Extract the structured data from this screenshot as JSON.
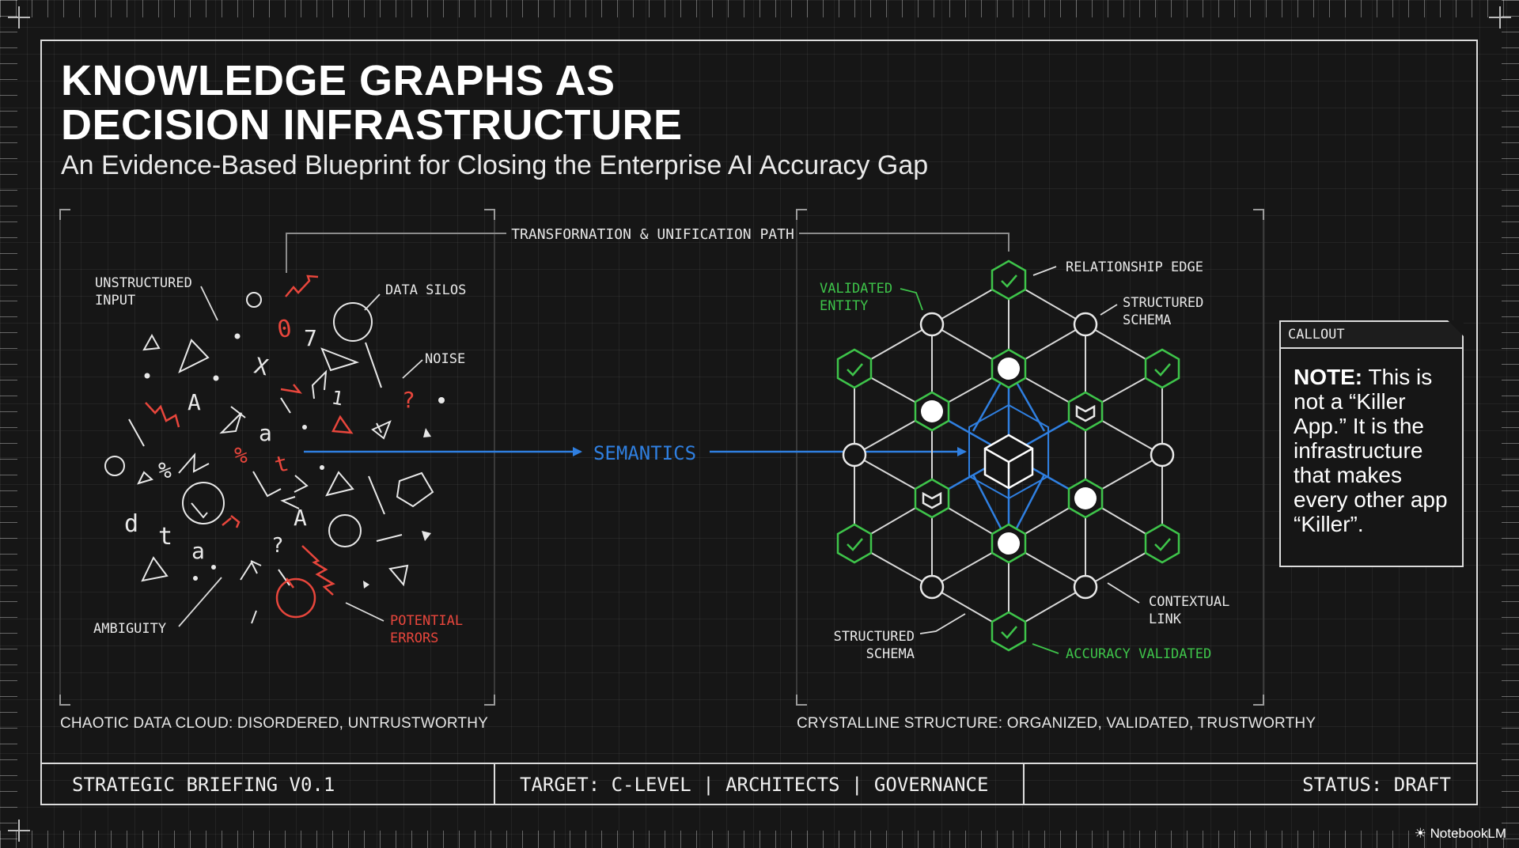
{
  "header": {
    "title": "KNOWLEDGE GRAPHS AS\nDECISION INFRASTRUCTURE",
    "subtitle": "An Evidence-Based Blueprint for Closing the Enterprise AI Accuracy Gap"
  },
  "path_label": "TRANSFORNATION & UNIFICATION PATH",
  "arrow_label": "SEMANTICS",
  "left_panel": {
    "labels": {
      "unstructured_input": [
        "UNSTRUCTURED",
        "INPUT"
      ],
      "data_silos": "DATA SILOS",
      "noise": "NOISE",
      "ambiguity": "AMBIGUITY",
      "potential_errors": [
        "POTENTIAL",
        "ERRORS"
      ]
    },
    "caption": "CHAOTIC DATA CLOUD: DISORDERED, UNTRUSTWORTHY"
  },
  "right_panel": {
    "labels": {
      "validated_entity": [
        "VALIDATED",
        "ENTITY"
      ],
      "relationship_edge": "RELATIONSHIP EDGE",
      "structured_schema_top": [
        "STRUCTURED",
        "SCHEMA"
      ],
      "contextual_link": [
        "CONTEXTUAL",
        "LINK"
      ],
      "structured_schema_bottom": [
        "STRUCTURED",
        "SCHEMA"
      ],
      "accuracy_validated": "ACCURACY VALIDATED"
    },
    "caption": "CRYSTALLINE STRUCTURE: ORGANIZED, VALIDATED, TRUSTWORTHY"
  },
  "callout": {
    "heading": "CALLOUT",
    "note_label": "NOTE:",
    "note_text": " This is not a “Killer App.” It is the infrastructure that makes every other app “Killer”."
  },
  "footer": {
    "left": "STRATEGIC BRIEFING V0.1",
    "middle": "TARGET: C-LEVEL | ARCHITECTS | GOVERNANCE",
    "right": "STATUS: DRAFT"
  },
  "chaos_glyphs": [
    "0",
    "7",
    "X",
    "A",
    "a",
    "1",
    "?",
    "%",
    "%",
    "t",
    "d",
    "t",
    "a",
    "A",
    "?"
  ],
  "colors": {
    "background": "#161616",
    "text": "#f2f2f2",
    "accent_blue": "#2f7fe0",
    "accent_green": "#3ec44a",
    "accent_red": "#e8463c"
  },
  "brand": "NotebookLM"
}
